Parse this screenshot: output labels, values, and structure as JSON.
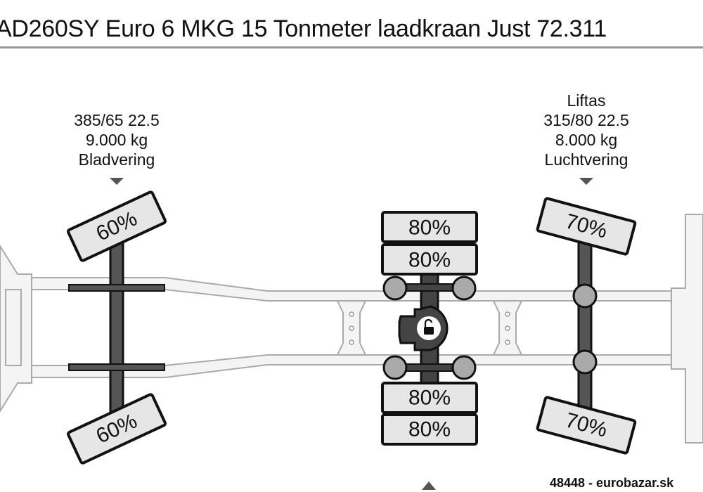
{
  "title": "AD260SY Euro 6 MKG 15 Tonmeter laadkraan Just 72.311",
  "axles": [
    {
      "lines": [
        "385/65 22.5",
        "9.000 kg",
        "Bladvering"
      ],
      "tires": [
        "60%",
        "60%"
      ]
    },
    {
      "lines": [],
      "tires": [
        "80%",
        "80%",
        "80%",
        "80%"
      ],
      "locked": false
    },
    {
      "lines": [
        "Liftas",
        "315/80 22.5",
        "8.000 kg",
        "Luchtvering"
      ],
      "tires": [
        "70%",
        "70%"
      ]
    }
  ],
  "watermark": "48448 - eurobazar.sk"
}
